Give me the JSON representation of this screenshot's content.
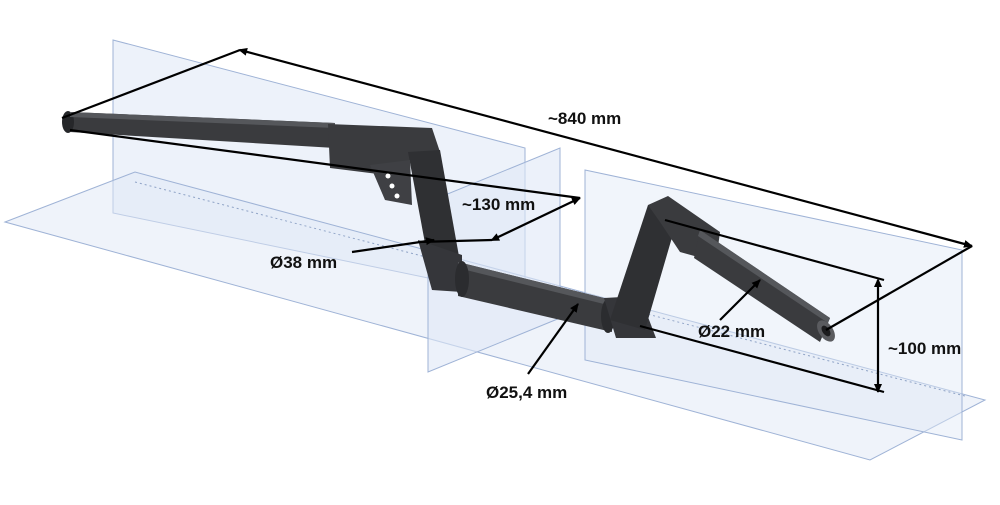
{
  "colors": {
    "bar": "#3a3b3e",
    "bar_dark": "#26272a",
    "bar_highlight": "#55575b",
    "plane_fill": "#dfe8f6",
    "plane_edge": "#9fb3d6",
    "dimension": "#000000"
  },
  "dimensions": {
    "overall_width": "~840 mm",
    "rise": "~130 mm",
    "clamp_diameter": "Ø38 mm",
    "center_diameter": "Ø25,4 mm",
    "grip_diameter": "Ø22 mm",
    "pullback": "~100 mm"
  }
}
